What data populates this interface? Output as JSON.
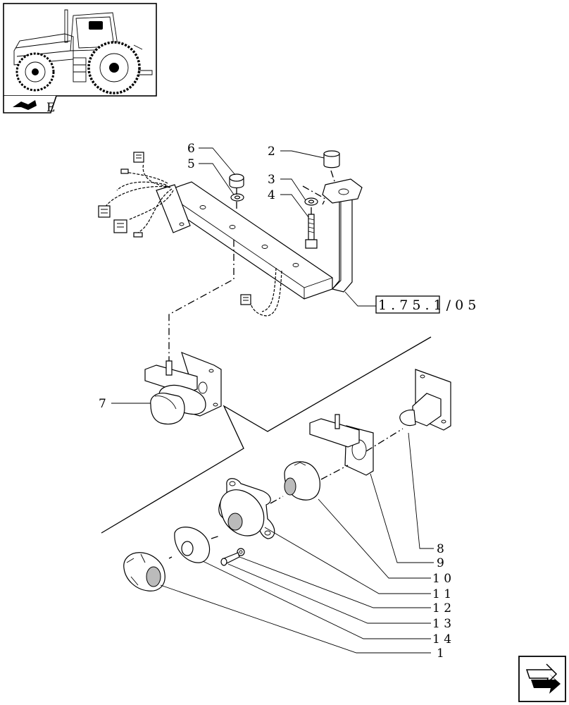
{
  "thumbnail": {
    "section_letter": "E"
  },
  "cross_reference": {
    "text": "1 . 7 5 . 1 / 0 5"
  },
  "callouts": [
    {
      "id": "c6",
      "text": "6"
    },
    {
      "id": "c5",
      "text": "5"
    },
    {
      "id": "c2",
      "text": "2"
    },
    {
      "id": "c3",
      "text": "3"
    },
    {
      "id": "c4",
      "text": "4"
    },
    {
      "id": "c7",
      "text": "7"
    },
    {
      "id": "c8",
      "text": "8"
    },
    {
      "id": "c9",
      "text": "9"
    },
    {
      "id": "c10",
      "text": "1 0"
    },
    {
      "id": "c11",
      "text": "1 1"
    },
    {
      "id": "c12",
      "text": "1 2"
    },
    {
      "id": "c13",
      "text": "1 3"
    },
    {
      "id": "c14",
      "text": "1 4"
    },
    {
      "id": "c1",
      "text": "1"
    }
  ]
}
